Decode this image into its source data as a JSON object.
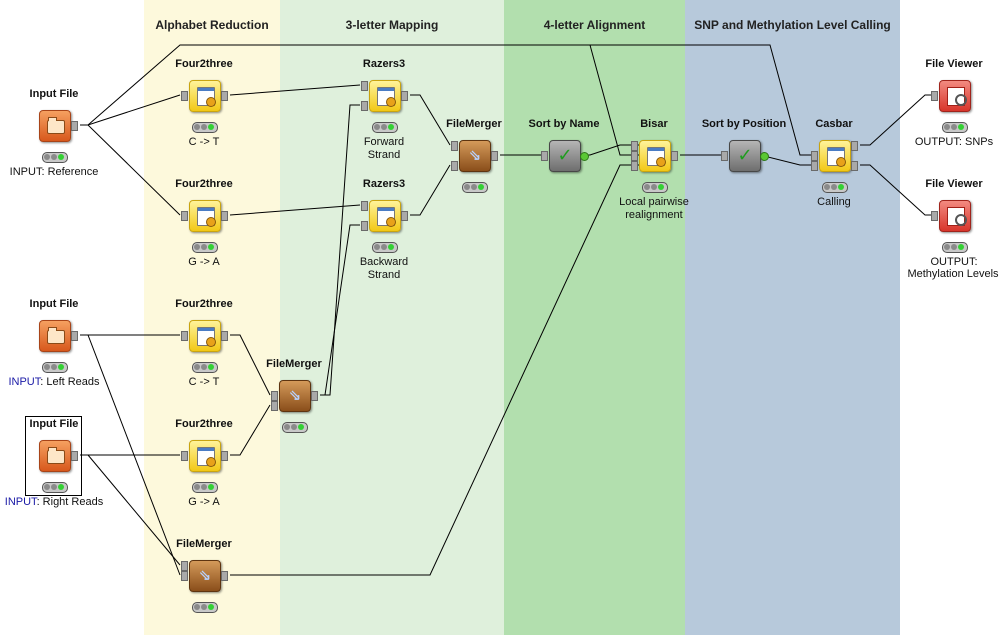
{
  "bands": [
    {
      "title": "Alphabet Reduction",
      "color": "#fdf9dc"
    },
    {
      "title": "3-letter Mapping",
      "color": "#dff0dc"
    },
    {
      "title": "4-letter Alignment",
      "color": "#b2dfae"
    },
    {
      "title": "SNP and Methylation Level Calling",
      "color": "#b7c9db"
    }
  ],
  "nodes": {
    "input_ref": {
      "title": "Input File",
      "label": "INPUT: Reference"
    },
    "input_left": {
      "title": "Input File",
      "label_prefix": "INPUT",
      "label_rest": ": Left Reads"
    },
    "input_right": {
      "title": "Input File",
      "label_prefix": "INPUT",
      "label_rest": ": Right Reads"
    },
    "f2t_ref_ct": {
      "title": "Four2three",
      "label": "C -> T"
    },
    "f2t_ref_ga": {
      "title": "Four2three",
      "label": "G -> A"
    },
    "f2t_left_ct": {
      "title": "Four2three",
      "label": "C -> T"
    },
    "f2t_right_ga": {
      "title": "Four2three",
      "label": "G -> A"
    },
    "filemerger_bottom": {
      "title": "FileMerger"
    },
    "filemerger_mid": {
      "title": "FileMerger"
    },
    "razers_fwd": {
      "title": "Razers3",
      "label_1": "Forward",
      "label_2": "Strand"
    },
    "razers_bwd": {
      "title": "Razers3",
      "label_1": "Backward",
      "label_2": "Strand"
    },
    "filemerger_top": {
      "title": "FileMerger"
    },
    "sort_name": {
      "title": "Sort by Name"
    },
    "bisar": {
      "title": "Bisar",
      "label_1": "Local pairwise",
      "label_2": "realignment"
    },
    "sort_position": {
      "title": "Sort by Position"
    },
    "casbar": {
      "title": "Casbar",
      "label": "Calling"
    },
    "viewer_snps": {
      "title": "File Viewer",
      "label": "OUTPUT: SNPs"
    },
    "viewer_meth": {
      "title": "File Viewer",
      "label_1": "OUTPUT:",
      "label_2": "Methylation Levels"
    }
  },
  "icons": {
    "input": "folder-icon",
    "tool": "gear-document-icon",
    "merge": "merge-arrows-icon",
    "sort": "checkmark-icon",
    "viewer": "magnifier-page-icon"
  },
  "colors": {
    "wire": "#000000",
    "input_blue": "#1a1aa6",
    "status_green": "#34d034"
  }
}
